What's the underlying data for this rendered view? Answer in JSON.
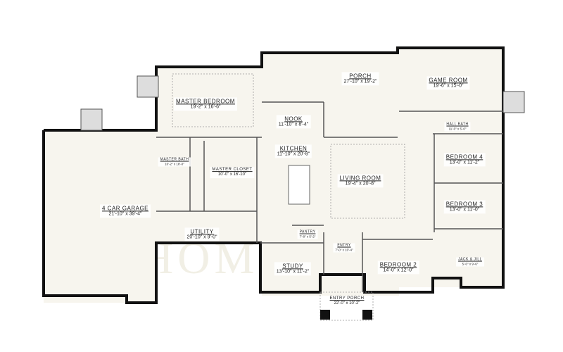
{
  "watermark": "CUSTOM HOMES",
  "colors": {
    "wall": "#111111",
    "floor": "#f7f5ee",
    "watermark": "#e8e1c8"
  },
  "rooms": {
    "garage": {
      "name": "4 CAR GARAGE",
      "dims": "21'-10\" x 39'-4\""
    },
    "master_bedroom": {
      "name": "MASTER BEDROOM",
      "dims": "19'-2\" x 16'-6\""
    },
    "master_bath": {
      "name": "MASTER BATH",
      "dims": "10'-2\" x 18'-0\""
    },
    "master_closet": {
      "name": "MASTER CLOSET",
      "dims": "10'-0\" x 16'-10\""
    },
    "utility": {
      "name": "UTILITY",
      "dims": "20'-10\" x 9'-0\""
    },
    "porch": {
      "name": "PORCH",
      "dims": "27'-10\" x 19'-2\""
    },
    "nook": {
      "name": "NOOK",
      "dims": "11'-10\" x 8'-4\""
    },
    "kitchen": {
      "name": "KITCHEN",
      "dims": "11'-10\" x 20'-8\""
    },
    "living_room": {
      "name": "LIVING ROOM",
      "dims": "19'-4\" x 20'-8\""
    },
    "game_room": {
      "name": "GAME ROOM",
      "dims": "19'-6\" x 15'-0\""
    },
    "hall_bath": {
      "name": "HALL BATH",
      "dims": "11'-0\" x 5'-0\""
    },
    "bedroom4": {
      "name": "BEDROOM 4",
      "dims": "13'-0\" x 11'-2\""
    },
    "bedroom3": {
      "name": "BEDROOM 3",
      "dims": "13'-0\" x 11'-0\""
    },
    "bedroom2": {
      "name": "BEDROOM 2",
      "dims": "14'-0\" x 12'-0\""
    },
    "entry": {
      "name": "ENTRY",
      "dims": "7'-0\" x 10'-4\""
    },
    "pantry": {
      "name": "PANTRY",
      "dims": "7'-8\" x 5'-2\""
    },
    "study": {
      "name": "STUDY",
      "dims": "13'-10\" x 11'-2\""
    },
    "entry_porch": {
      "name": "ENTRY PORCH",
      "dims": "22'-0\" x 10'-2\""
    },
    "jack_jill": {
      "name": "JACK & JILL",
      "dims": "5'-0\" x 9'-6\""
    }
  }
}
